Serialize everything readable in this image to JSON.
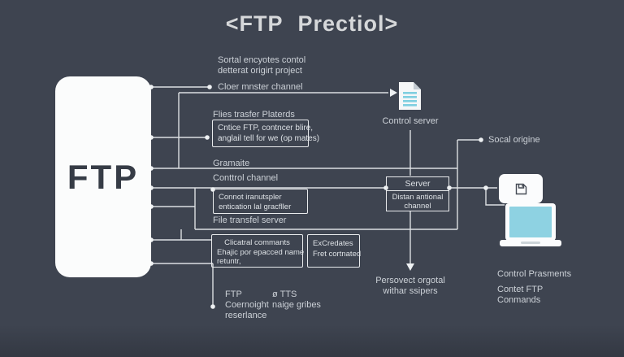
{
  "title": "<FTP Prectiol>",
  "left_panel": {
    "label": "FTP"
  },
  "notes": {
    "intro": {
      "line1": "Sortal encyotes contol",
      "line2": "detterat origirt project"
    },
    "cloer": "Cloer mnster channel",
    "files_heading": "Flies trasfer Platerds",
    "cntice_box": {
      "line1": "Cntice FTP, contncer blire,",
      "line2": "anglail tell for we (op mates)"
    },
    "gramaite": "Gramaite",
    "control_channel": "Conttrol channel",
    "connot_box": {
      "line1": "Connot iranutspler",
      "line2": "entication lal gracfller"
    },
    "file_transfer": "File transfel server",
    "clicatral_box": {
      "line1": "Clicatral commants",
      "line2": "Ehajic por epacced name",
      "line3": "retuntr,"
    },
    "excredates_box": {
      "line1": "ExCredates",
      "line2": "Fret cortnated"
    },
    "ftp_note": {
      "line1": "FTP",
      "line2": "Coernoight",
      "line3": "reserlance"
    },
    "tts_note": {
      "line1": "ø TTS",
      "line2": "naige gribes"
    }
  },
  "center": {
    "control_server": "Control server",
    "server_box": {
      "title": "Server",
      "line1": "Distan antional",
      "line2": "channel"
    },
    "persovect": {
      "line1": "Persovect orgotal",
      "line2": "withar ssipers"
    }
  },
  "right": {
    "socal": "Socal origine",
    "control_prasments": "Control Prasments",
    "contet": {
      "line1": "Contet FTP",
      "line2": "Conmands"
    }
  },
  "icons": {
    "document": "document-icon",
    "save_card": "save-icon",
    "laptop": "laptop-icon"
  },
  "colors": {
    "background": "#3e4450",
    "line": "#e5e8ea",
    "box_fill": "#fbfcfc",
    "accent_teal": "#8ed2e2",
    "text_light": "#ccd1d7",
    "text_dark": "#363c46"
  }
}
